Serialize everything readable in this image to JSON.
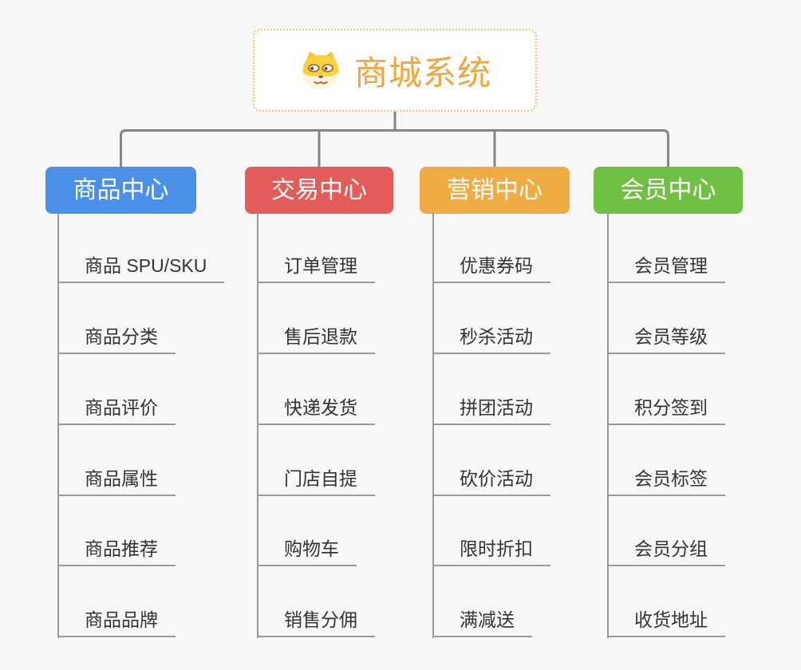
{
  "root": {
    "title": "商城系统",
    "icon": "dog-face-icon",
    "title_color": "#f1a73f",
    "border_color": "#f0c179"
  },
  "colors": {
    "background": "#f7f7f7",
    "tree_line": "#858585",
    "underline": "#999999",
    "item_text": "#333333"
  },
  "columns": [
    {
      "label": "商品中心",
      "color": "#4a90e8",
      "items": [
        "商品 SPU/SKU",
        "商品分类",
        "商品评价",
        "商品属性",
        "商品推荐",
        "商品品牌"
      ]
    },
    {
      "label": "交易中心",
      "color": "#e45c5a",
      "items": [
        "订单管理",
        "售后退款",
        "快递发货",
        "门店自提",
        "购物车",
        "销售分佣"
      ]
    },
    {
      "label": "营销中心",
      "color": "#eeac43",
      "items": [
        "优惠券码",
        "秒杀活动",
        "拼团活动",
        "砍价活动",
        "限时折扣",
        "满减送"
      ]
    },
    {
      "label": "会员中心",
      "color": "#6fc043",
      "items": [
        "会员管理",
        "会员等级",
        "积分签到",
        "会员标签",
        "会员分组",
        "收货地址"
      ]
    }
  ]
}
